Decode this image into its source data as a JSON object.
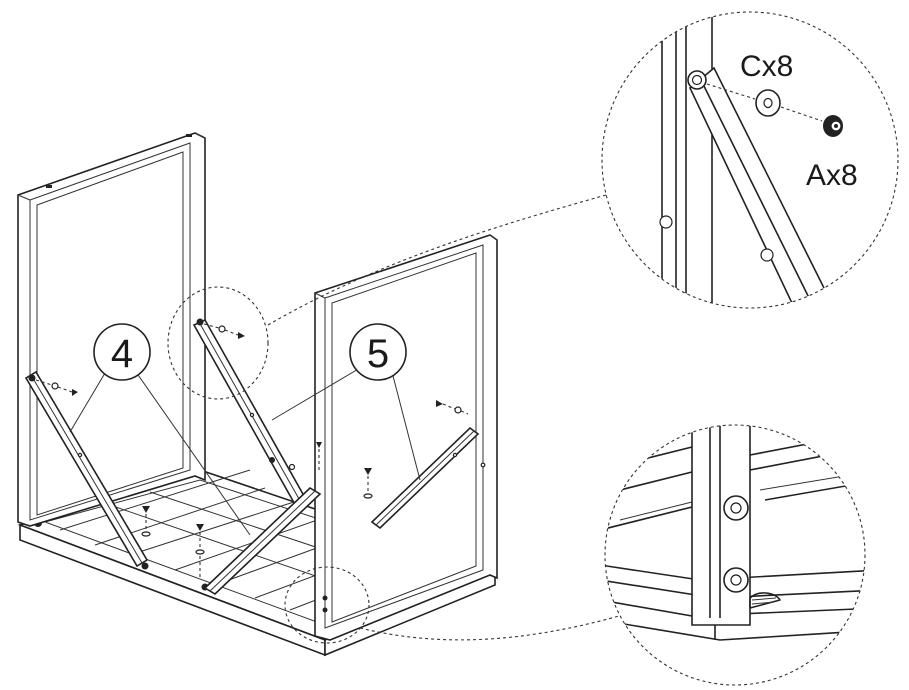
{
  "callouts": {
    "part_4": "4",
    "part_5": "5"
  },
  "detail_top": {
    "washer_label": "Cx8",
    "bolt_label": "Ax8"
  },
  "colors": {
    "line": "#222222",
    "background": "#ffffff"
  }
}
